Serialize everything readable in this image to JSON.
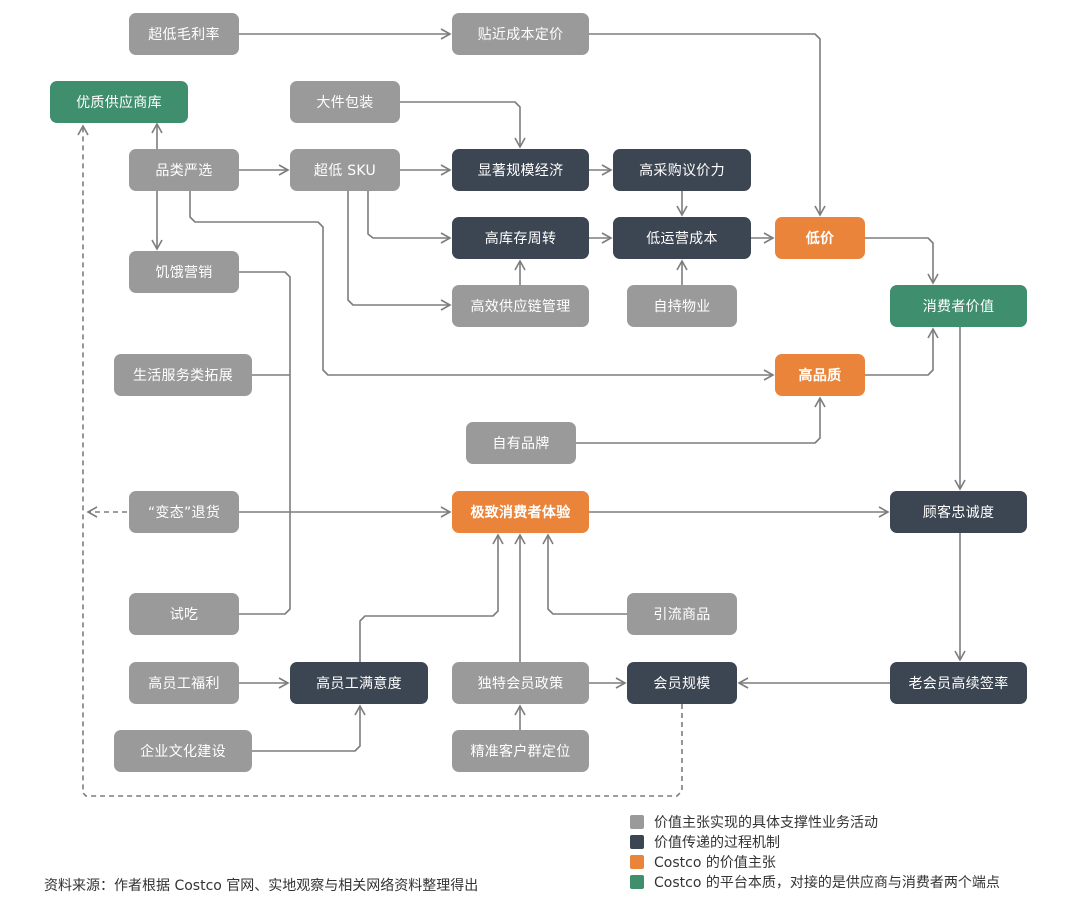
{
  "colors": {
    "activity": "#9a9a9a",
    "mechanism": "#3c4552",
    "value_proposition": "#e9843a",
    "platform": "#3f8f6e",
    "connector": "#7d7d7d"
  },
  "nodes": {
    "n1": {
      "label": "超低毛利率",
      "type": "gray"
    },
    "n2": {
      "label": "贴近成本定价",
      "type": "gray"
    },
    "n3": {
      "label": "优质供应商库",
      "type": "green"
    },
    "n4": {
      "label": "大件包装",
      "type": "gray"
    },
    "n5": {
      "label": "品类严选",
      "type": "gray"
    },
    "n6": {
      "label": "超低 SKU",
      "type": "gray"
    },
    "n7": {
      "label": "显著规模经济",
      "type": "dark"
    },
    "n8": {
      "label": "高采购议价力",
      "type": "dark"
    },
    "n9": {
      "label": "高库存周转",
      "type": "dark"
    },
    "n10": {
      "label": "低运营成本",
      "type": "dark"
    },
    "n11": {
      "label": "低价",
      "type": "orange"
    },
    "n12": {
      "label": "饥饿营销",
      "type": "gray"
    },
    "n13": {
      "label": "高效供应链管理",
      "type": "gray"
    },
    "n14": {
      "label": "自持物业",
      "type": "gray"
    },
    "n15": {
      "label": "消费者价值",
      "type": "green"
    },
    "n16": {
      "label": "生活服务类拓展",
      "type": "gray"
    },
    "n17": {
      "label": "高品质",
      "type": "orange"
    },
    "n18": {
      "label": "自有品牌",
      "type": "gray"
    },
    "n19": {
      "label": "“变态”退货",
      "type": "gray"
    },
    "n20": {
      "label": "极致消费者体验",
      "type": "orange"
    },
    "n21": {
      "label": "顾客忠诚度",
      "type": "dark"
    },
    "n22": {
      "label": "试吃",
      "type": "gray"
    },
    "n23": {
      "label": "引流商品",
      "type": "gray"
    },
    "n24": {
      "label": "高员工福利",
      "type": "gray"
    },
    "n25": {
      "label": "高员工满意度",
      "type": "dark"
    },
    "n26": {
      "label": "独特会员政策",
      "type": "gray"
    },
    "n27": {
      "label": "会员规模",
      "type": "dark"
    },
    "n28": {
      "label": "老会员高续签率",
      "type": "dark"
    },
    "n29": {
      "label": "企业文化建设",
      "type": "gray"
    },
    "n30": {
      "label": "精准客户群定位",
      "type": "gray"
    }
  },
  "edges": [
    {
      "from": "n1",
      "to": "n2"
    },
    {
      "from": "n2",
      "to": "n11"
    },
    {
      "from": "n5",
      "to": "n3"
    },
    {
      "from": "n4",
      "to": "n7"
    },
    {
      "from": "n5",
      "to": "n6"
    },
    {
      "from": "n6",
      "to": "n7"
    },
    {
      "from": "n7",
      "to": "n8"
    },
    {
      "from": "n6",
      "to": "n9"
    },
    {
      "from": "n9",
      "to": "n10"
    },
    {
      "from": "n8",
      "to": "n10"
    },
    {
      "from": "n10",
      "to": "n11"
    },
    {
      "from": "n5",
      "to": "n12"
    },
    {
      "from": "n6",
      "to": "n13"
    },
    {
      "from": "n13",
      "to": "n9"
    },
    {
      "from": "n14",
      "to": "n10"
    },
    {
      "from": "n11",
      "to": "n15"
    },
    {
      "from": "n5",
      "to": "n17"
    },
    {
      "from": "n17",
      "to": "n15"
    },
    {
      "from": "n18",
      "to": "n17"
    },
    {
      "from": "n19",
      "to": "n20"
    },
    {
      "from": "n12",
      "to": "n20"
    },
    {
      "from": "n16",
      "to": "n20"
    },
    {
      "from": "n22",
      "to": "n20"
    },
    {
      "from": "n19",
      "to": "n3",
      "style": "dashed"
    },
    {
      "from": "n20",
      "to": "n21"
    },
    {
      "from": "n15",
      "to": "n21"
    },
    {
      "from": "n25",
      "to": "n20"
    },
    {
      "from": "n26",
      "to": "n20"
    },
    {
      "from": "n23",
      "to": "n20"
    },
    {
      "from": "n24",
      "to": "n25"
    },
    {
      "from": "n29",
      "to": "n25"
    },
    {
      "from": "n30",
      "to": "n26"
    },
    {
      "from": "n26",
      "to": "n27"
    },
    {
      "from": "n21",
      "to": "n28"
    },
    {
      "from": "n28",
      "to": "n27"
    },
    {
      "from": "n27",
      "to": "n3",
      "style": "dashed"
    }
  ],
  "legend": [
    {
      "label": "价值主张实现的具体支撑性业务活动",
      "color": "#9a9a9a"
    },
    {
      "label": "价值传递的过程机制",
      "color": "#3c4552"
    },
    {
      "label": "Costco 的价值主张",
      "color": "#e9843a"
    },
    {
      "label": "Costco 的平台本质，对接的是供应商与消费者两个端点",
      "color": "#3f8f6e"
    }
  ],
  "source_note": "资料来源：作者根据 Costco 官网、实地观察与相关网络资料整理得出"
}
